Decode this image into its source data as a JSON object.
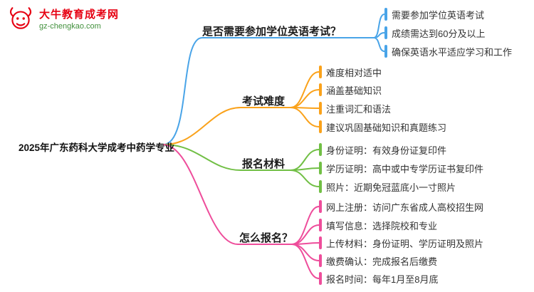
{
  "logo": {
    "title": "大牛教育成考网",
    "domain": "gz-chengkao.com",
    "brand_color": "#e60012",
    "domain_color": "#41903c"
  },
  "root": {
    "label": "2025年广东药科大学成考中药学专业"
  },
  "branches": [
    {
      "label": "是否需要参加学位英语考试？",
      "color": "#49a4e8",
      "children": [
        {
          "label": "需要参加学位英语考试"
        },
        {
          "label": "成绩需达到60分及以上"
        },
        {
          "label": "确保英语水平适应学习和工作"
        }
      ]
    },
    {
      "label": "考试难度",
      "color": "#faa21b",
      "children": [
        {
          "label": "难度相对适中"
        },
        {
          "label": "涵盖基础知识"
        },
        {
          "label": "注重词汇和语法"
        },
        {
          "label": "建议巩固基础知识和真题练习"
        }
      ]
    },
    {
      "label": "报名材料",
      "color": "#71bf45",
      "children": [
        {
          "label": "身份证明：有效身份证复印件"
        },
        {
          "label": "学历证明：高中或中专学历证书复印件"
        },
        {
          "label": "照片：近期免冠蓝底小一寸照片"
        }
      ]
    },
    {
      "label": "怎么报名？",
      "color": "#ee4d9b",
      "children": [
        {
          "label": "网上注册：访问广东省成人高校招生网"
        },
        {
          "label": "填写信息：选择院校和专业"
        },
        {
          "label": "上传材料：身份证明、学历证明及照片"
        },
        {
          "label": "缴费确认：完成报名后缴费"
        },
        {
          "label": "报名时间：每年1月至8月底"
        }
      ]
    }
  ]
}
